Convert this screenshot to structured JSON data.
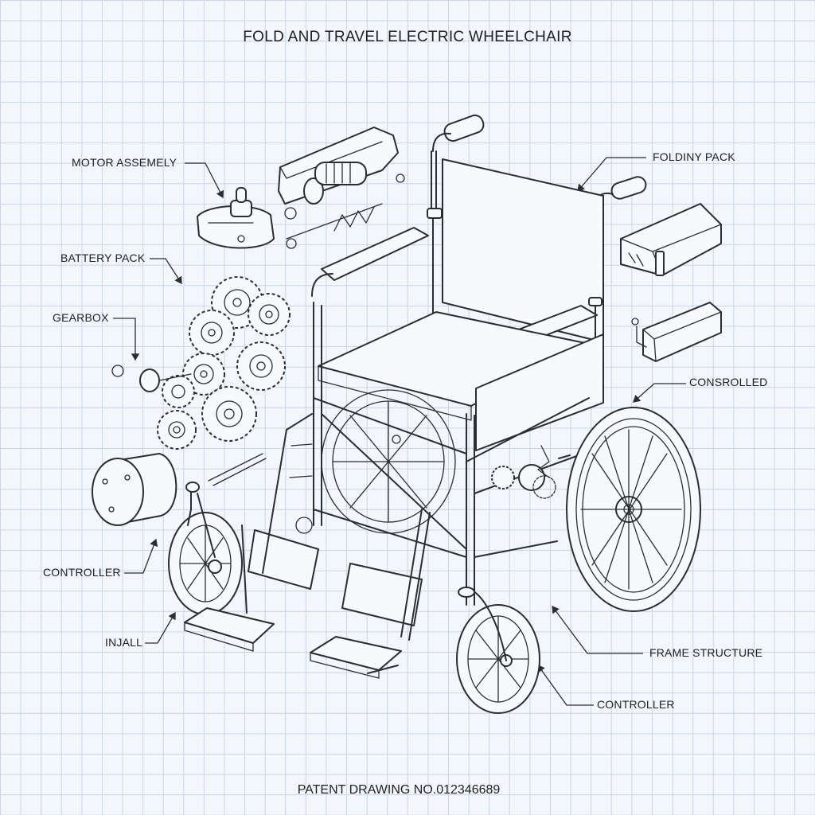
{
  "title": "FOLD AND TRAVEL ELECTRIC WHEELCHAIR",
  "footer": "PATENT DRAWING NO.012346689",
  "labels": {
    "motor_assembly": "MOTOR ASSEMELY",
    "battery_pack": "BATTERY PACK",
    "gearbox": "GEARBOX",
    "controller_left": "CONTROLLER",
    "injall": "INJALL",
    "folding_pack": "FOLDINY PACK",
    "consrolled": "CONSROLLED",
    "frame_structure": "FRAME STRUCTURE",
    "controller_bottom": "CONTROLLER"
  }
}
